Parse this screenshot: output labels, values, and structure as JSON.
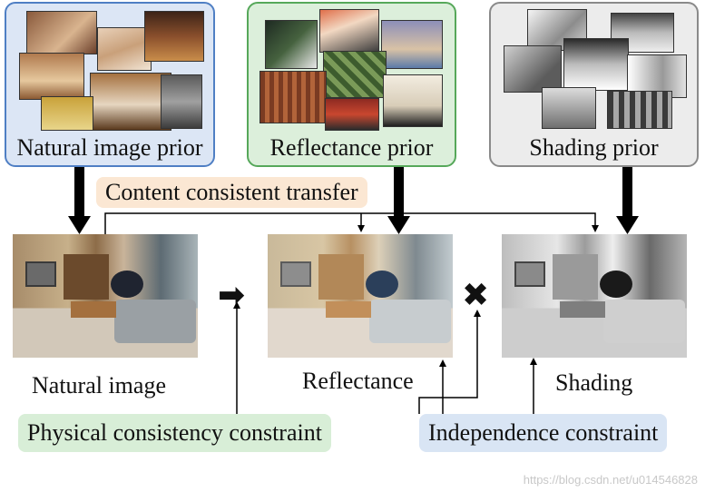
{
  "priors": {
    "natural": {
      "label": "Natural image prior",
      "bg": "#dce6f5",
      "border": "#4f7fc4"
    },
    "reflectance": {
      "label": "Reflectance prior",
      "bg": "#dcefdb",
      "border": "#56a85a"
    },
    "shading": {
      "label": "Shading prior",
      "bg": "#ececec",
      "border": "#8a8a8a"
    }
  },
  "transfer_label": "Content consistent transfer",
  "images": {
    "natural": {
      "label": "Natural image"
    },
    "reflectance": {
      "label": "Reflectance"
    },
    "shading": {
      "label": "Shading"
    }
  },
  "operators": {
    "arrow": "➡",
    "times": "✖"
  },
  "constraints": {
    "physical": {
      "label": "Physical consistency constraint",
      "bg": "#d8eed7"
    },
    "independence": {
      "label": "Independence constraint",
      "bg": "#d9e5f4"
    }
  },
  "watermark": "https://blog.csdn.net/u014546828",
  "colors": {
    "arrow": "#000000",
    "transfer_bg": "#fbe7d3"
  }
}
